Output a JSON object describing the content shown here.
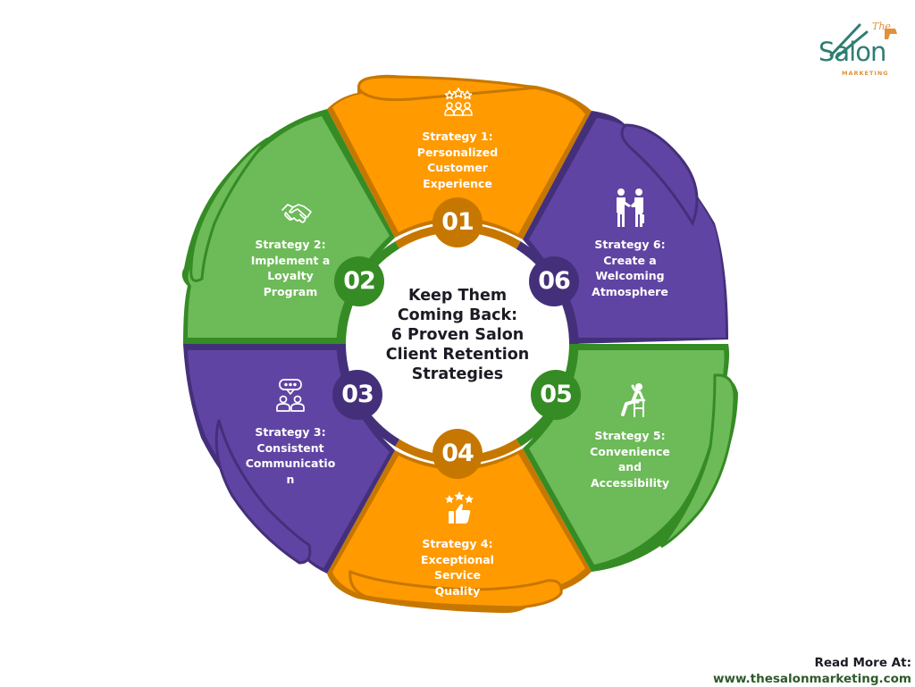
{
  "title": {
    "lines": [
      "Keep Them",
      "Coming Back:",
      "6 Proven Salon",
      "Client Retention",
      "Strategies"
    ]
  },
  "logo": {
    "word": "Salon",
    "prefix": "The",
    "subtitle": "MARKETING"
  },
  "strategies": [
    {
      "number": "01",
      "lines": [
        "Strategy 1:",
        "Personalized",
        "Customer",
        "Experience"
      ],
      "icon": "customer-rating-icon",
      "color": "#ff9a00",
      "dark": "#c67700"
    },
    {
      "number": "02",
      "lines": [
        "Strategy 2:",
        "Implement a",
        "Loyalty",
        "Program"
      ],
      "icon": "handshake-icon",
      "color": "#6dba58",
      "dark": "#358b24"
    },
    {
      "number": "03",
      "lines": [
        "Strategy 3:",
        "Consistent",
        "Communicatio",
        "n"
      ],
      "icon": "conversation-icon",
      "color": "#6044a3",
      "dark": "#44307a"
    },
    {
      "number": "04",
      "lines": [
        "Strategy 4:",
        "Exceptional",
        "Service",
        "Quality"
      ],
      "icon": "thumbs-up-stars-icon",
      "color": "#ff9a00",
      "dark": "#c67700"
    },
    {
      "number": "05",
      "lines": [
        "Strategy 5:",
        "Convenience",
        "and",
        "Accessibility"
      ],
      "icon": "relaxing-person-icon",
      "color": "#6dba58",
      "dark": "#358b24"
    },
    {
      "number": "06",
      "lines": [
        "Strategy 6:",
        "Create a",
        "Welcoming",
        "Atmosphere"
      ],
      "icon": "greeting-people-icon",
      "color": "#6044a3",
      "dark": "#44307a"
    }
  ],
  "footer": {
    "read_more": "Read More At:",
    "url": "www.thesalonmarketing.com"
  }
}
